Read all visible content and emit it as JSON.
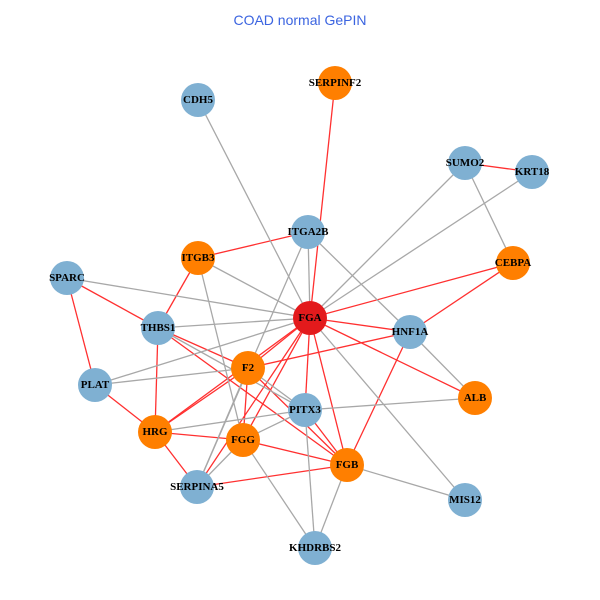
{
  "title": "COAD normal GePIN",
  "colors": {
    "seed": "#e31a1c",
    "orange": "#ff7f00",
    "blue": "#7fb0d2",
    "red_edge": "#ff3030",
    "gray_edge": "#a8a8a8"
  },
  "nodes": [
    {
      "id": "FGA",
      "type": "seed"
    },
    {
      "id": "CDH5",
      "type": "blue"
    },
    {
      "id": "SERPINF2",
      "type": "orange"
    },
    {
      "id": "SUMO2",
      "type": "blue"
    },
    {
      "id": "KRT18",
      "type": "blue"
    },
    {
      "id": "ITGA2B",
      "type": "blue"
    },
    {
      "id": "ITGB3",
      "type": "orange"
    },
    {
      "id": "CEBPA",
      "type": "orange"
    },
    {
      "id": "SPARC",
      "type": "blue"
    },
    {
      "id": "THBS1",
      "type": "blue"
    },
    {
      "id": "HNF1A",
      "type": "blue"
    },
    {
      "id": "F2",
      "type": "orange"
    },
    {
      "id": "PLAT",
      "type": "blue"
    },
    {
      "id": "PITX3",
      "type": "blue"
    },
    {
      "id": "ALB",
      "type": "orange"
    },
    {
      "id": "HRG",
      "type": "orange"
    },
    {
      "id": "FGG",
      "type": "orange"
    },
    {
      "id": "FGB",
      "type": "orange"
    },
    {
      "id": "SERPINA5",
      "type": "blue"
    },
    {
      "id": "MIS12",
      "type": "blue"
    },
    {
      "id": "KHDRBS2",
      "type": "blue"
    }
  ],
  "edges": [
    [
      "FGA",
      "SERPINF2",
      "red"
    ],
    [
      "ITGB3",
      "ITGA2B",
      "red"
    ],
    [
      "ITGB3",
      "THBS1",
      "red"
    ],
    [
      "SPARC",
      "THBS1",
      "red"
    ],
    [
      "SPARC",
      "PLAT",
      "red"
    ],
    [
      "THBS1",
      "HRG",
      "red"
    ],
    [
      "THBS1",
      "F2",
      "red"
    ],
    [
      "PLAT",
      "HRG",
      "red"
    ],
    [
      "HRG",
      "SERPINA5",
      "red"
    ],
    [
      "HRG",
      "F2",
      "red"
    ],
    [
      "HRG",
      "FGG",
      "red"
    ],
    [
      "FGG",
      "FGB",
      "red"
    ],
    [
      "SERPINA5",
      "FGB",
      "red"
    ],
    [
      "FGA",
      "F2",
      "red"
    ],
    [
      "FGA",
      "FGG",
      "red"
    ],
    [
      "FGA",
      "SERPINA5",
      "red"
    ],
    [
      "FGA",
      "PITX3",
      "red"
    ],
    [
      "FGA",
      "FGB",
      "red"
    ],
    [
      "FGA",
      "HNF1A",
      "red"
    ],
    [
      "FGA",
      "CEBPA",
      "red"
    ],
    [
      "FGA",
      "ALB",
      "red"
    ],
    [
      "HNF1A",
      "CEBPA",
      "red"
    ],
    [
      "HNF1A",
      "FGB",
      "red"
    ],
    [
      "F2",
      "HNF1A",
      "red"
    ],
    [
      "F2",
      "FGG",
      "red"
    ],
    [
      "F2",
      "FGB",
      "red"
    ],
    [
      "SUMO2",
      "KRT18",
      "red"
    ],
    [
      "PITX3",
      "FGB",
      "red"
    ],
    [
      "THBS1",
      "FGB",
      "red"
    ],
    [
      "FGA",
      "HRG",
      "red"
    ],
    [
      "CDH5",
      "FGA",
      "gray"
    ],
    [
      "SPARC",
      "FGA",
      "gray"
    ],
    [
      "ITGB3",
      "FGA",
      "gray"
    ],
    [
      "ITGB3",
      "FGG",
      "gray"
    ],
    [
      "THBS1",
      "FGA",
      "gray"
    ],
    [
      "PLAT",
      "FGA",
      "gray"
    ],
    [
      "PLAT",
      "F2",
      "gray"
    ],
    [
      "HRG",
      "PITX3",
      "gray"
    ],
    [
      "FGG",
      "PITX3",
      "gray"
    ],
    [
      "SERPINA5",
      "F2",
      "gray"
    ],
    [
      "SERPINA5",
      "FGG",
      "gray"
    ],
    [
      "SERPINA5",
      "ITGA2B",
      "gray"
    ],
    [
      "FGA",
      "SUMO2",
      "gray"
    ],
    [
      "FGA",
      "KRT18",
      "gray"
    ],
    [
      "SUMO2",
      "CEBPA",
      "gray"
    ],
    [
      "ITGA2B",
      "HNF1A",
      "gray"
    ],
    [
      "HNF1A",
      "ALB",
      "gray"
    ],
    [
      "FGA",
      "MIS12",
      "gray"
    ],
    [
      "FGB",
      "MIS12",
      "gray"
    ],
    [
      "FGB",
      "KHDRBS2",
      "gray"
    ],
    [
      "FGG",
      "KHDRBS2",
      "gray"
    ],
    [
      "PITX3",
      "KHDRBS2",
      "gray"
    ],
    [
      "PITX3",
      "ALB",
      "gray"
    ],
    [
      "ITGA2B",
      "FGA",
      "gray"
    ],
    [
      "F2",
      "PITX3",
      "gray"
    ],
    [
      "THBS1",
      "PITX3",
      "gray"
    ]
  ]
}
